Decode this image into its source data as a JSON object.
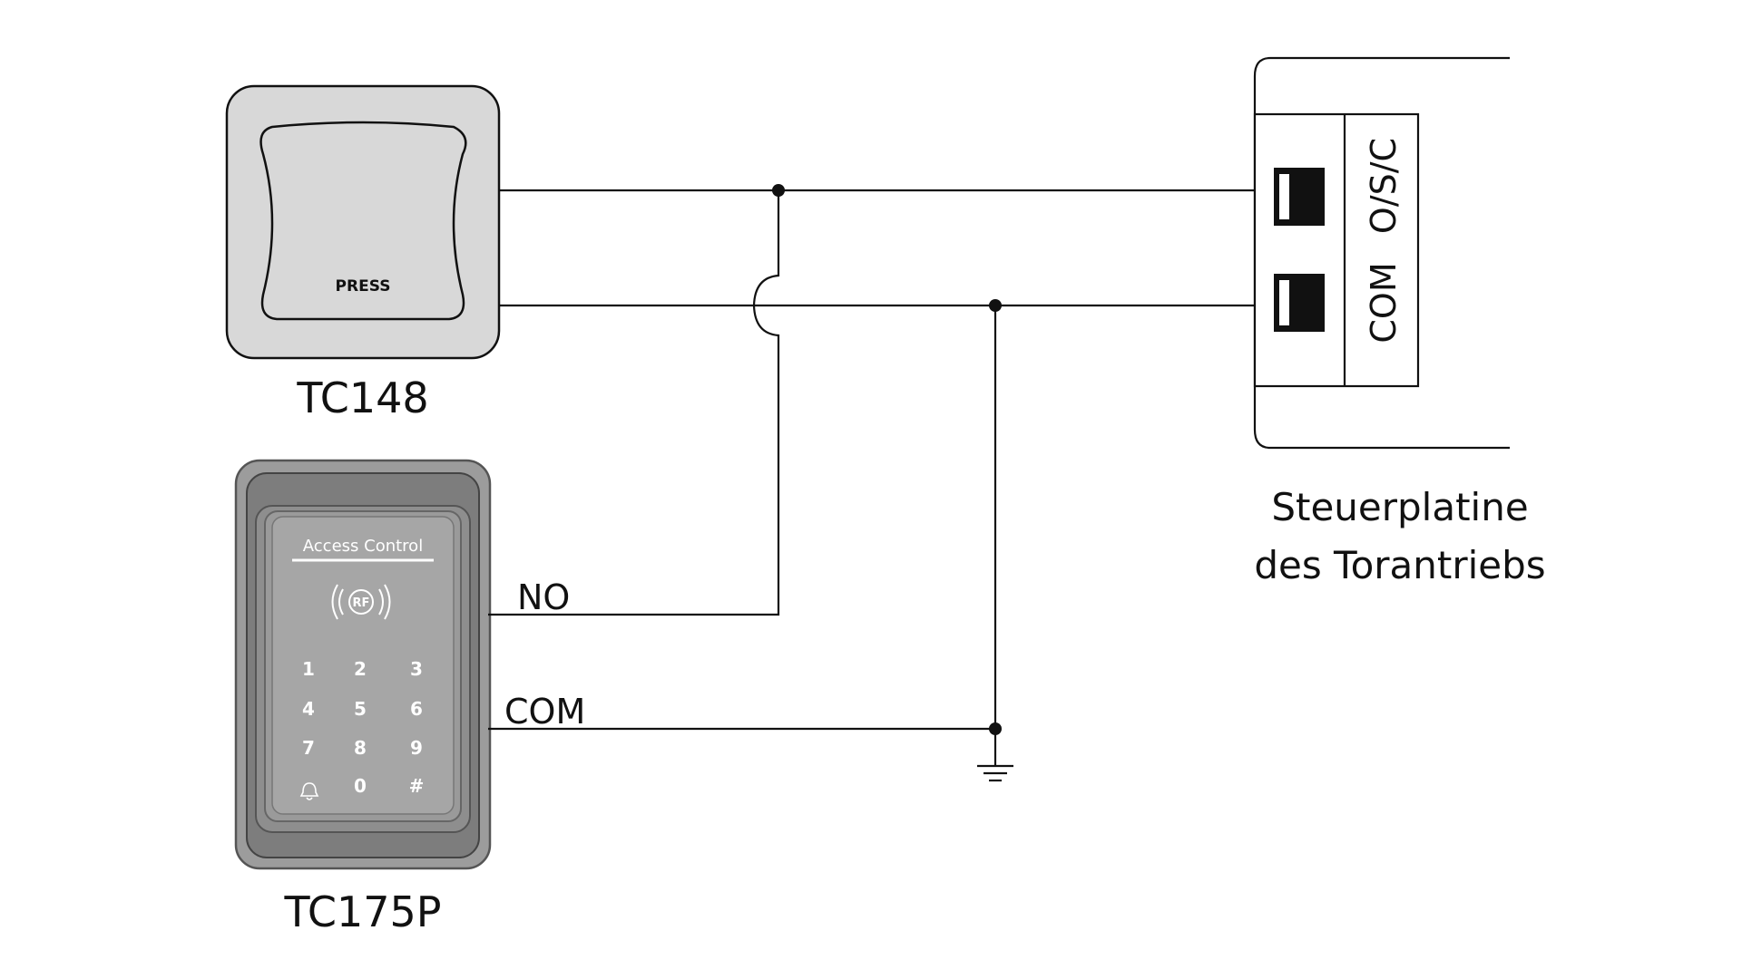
{
  "devices": {
    "tc148": {
      "name": "TC148",
      "button_text": "PRESS"
    },
    "tc175p": {
      "name": "TC175P",
      "panel_title": "Access Control",
      "rf_text": "RF",
      "keys": [
        "1",
        "2",
        "3",
        "4",
        "5",
        "6",
        "7",
        "8",
        "9",
        "🔔",
        "0",
        "#"
      ]
    }
  },
  "wires": {
    "no_label": "NO",
    "com_label": "COM"
  },
  "control_board": {
    "caption_line1": "Steuerplatine",
    "caption_line2": "des Torantriebs",
    "terminal_top": "O/S/C",
    "terminal_bottom": "COM"
  },
  "colors": {
    "line": "#111111",
    "button_bg": "#d8d8d8",
    "keypad_outer": "#8c8c8c",
    "keypad_inner": "#a8a8a8",
    "key_text": "#ffffff"
  }
}
